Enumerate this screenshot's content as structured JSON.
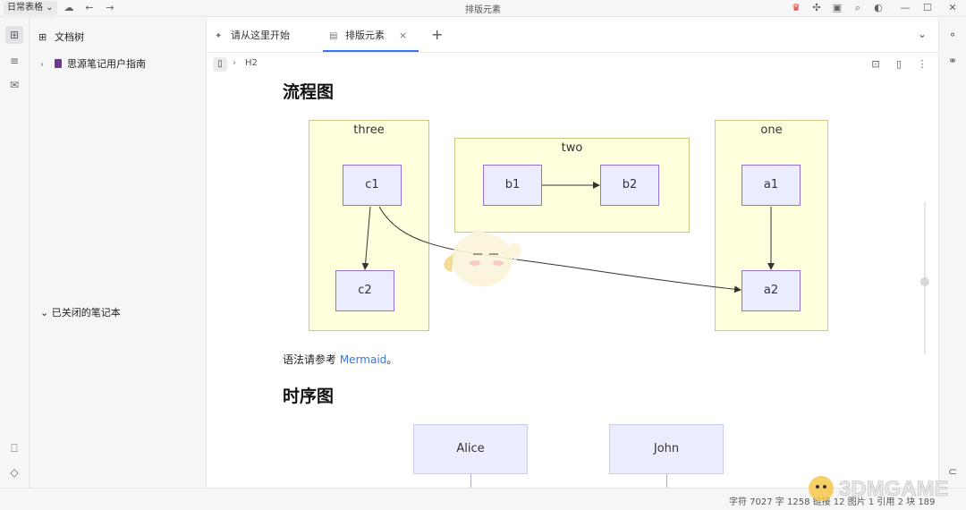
{
  "titlebar": {
    "workspace_label": "日常表格",
    "window_title": "排版元素",
    "workspace_chevron_icon": "chevron-down-icon",
    "sync_icon": "cloud-sync-icon",
    "back_icon": "arrow-left-icon",
    "forward_icon": "arrow-right-icon",
    "right_icons": [
      "crown-icon",
      "puzzle-icon",
      "terminal-icon",
      "search-icon",
      "theme-icon",
      "minimize-icon",
      "maximize-icon",
      "close-icon"
    ],
    "accent_crown": "#d93025"
  },
  "rail_left": {
    "icons": [
      "doc-tree-icon",
      "outline-icon",
      "inbox-icon"
    ],
    "bottom_icons": [
      "bookmark-icon",
      "tag-icon"
    ]
  },
  "tree": {
    "header_label": "文档树",
    "notebook_label": "思源笔记用户指南",
    "notebook_color": "#6a3b8f",
    "closed_label": "已关闭的笔记本"
  },
  "tabs": [
    {
      "label": "请从这里开始",
      "icon": "rocket-icon"
    },
    {
      "label": "排版元素",
      "icon": "document-icon",
      "active": true
    }
  ],
  "tabbar": {
    "add_label": "+",
    "more_icon": "chevron-down-icon"
  },
  "breadcrumb": {
    "heading_label": "H2"
  },
  "content": {
    "flowchart_heading": "流程图",
    "subgraphs": [
      {
        "title": "three"
      },
      {
        "title": "two"
      },
      {
        "title": "one"
      }
    ],
    "nodes": {
      "c1": "c1",
      "c2": "c2",
      "b1": "b1",
      "b2": "b2",
      "a1": "a1",
      "a2": "a2"
    },
    "syntax_prefix": "语法请参考 ",
    "syntax_link": "Mermaid",
    "syntax_suffix": "。",
    "link_color": "#3575f0",
    "sequence_heading": "时序图",
    "participants": [
      "Alice",
      "John"
    ]
  },
  "statusbar": {
    "text": "字符 7027  字 1258  链接 12  图片 1  引用 2  块 189"
  }
}
